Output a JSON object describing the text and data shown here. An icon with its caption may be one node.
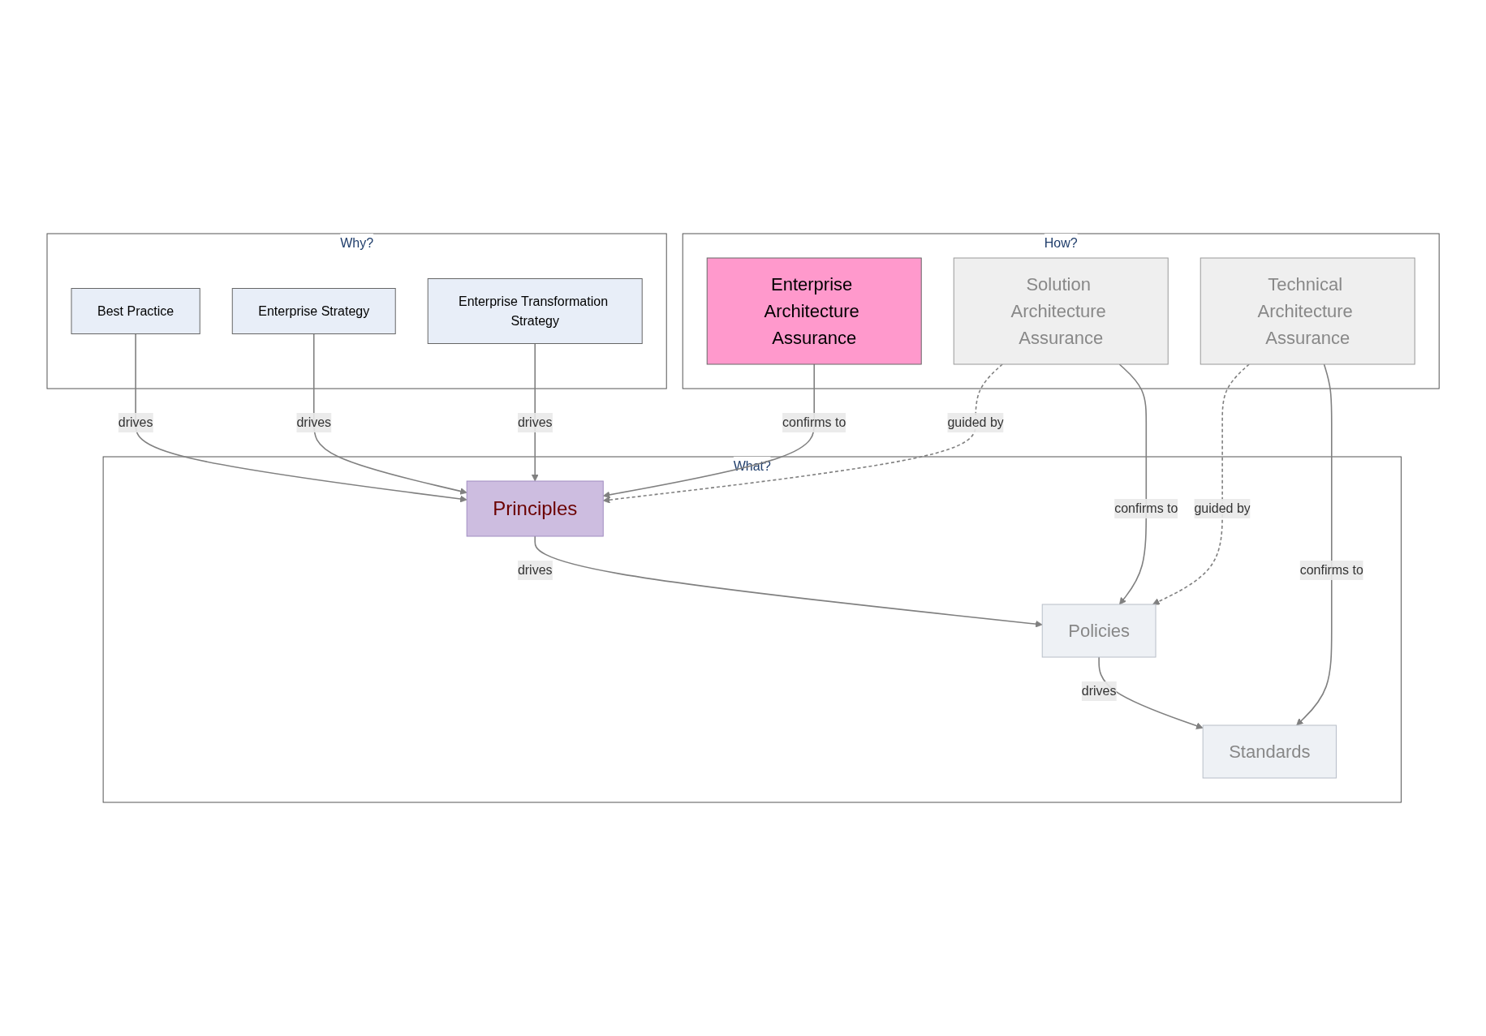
{
  "diagram": {
    "nodes": [
      {
        "text": [
          "Why?"
        ]
      },
      {
        "text": [
          "Best Practice"
        ],
        "in": 0
      },
      {
        "text": [
          "Enterprise Strategy"
        ],
        "in": 0
      },
      {
        "text": [
          "Enterprise Transformation Strategy"
        ],
        "in": 0
      },
      {
        "text": [
          "What?"
        ]
      },
      {
        "text": [
          "Principles"
        ],
        "in": 4
      },
      {
        "text": [
          "Policies"
        ],
        "in": 4
      },
      {
        "text": [
          "Standards"
        ],
        "in": 4
      },
      {
        "text": [
          "How?"
        ]
      },
      {
        "text": [
          "Enterprise Architecture Assurance"
        ],
        "in": 8
      },
      {
        "text": [
          "Solution Architecture Assurance"
        ],
        "in": 8
      },
      {
        "text": [
          "Technical Architecture Assurance"
        ],
        "in": 8
      }
    ],
    "edges": [
      {
        "from": 1,
        "to": 5,
        "arrow": "to",
        "label": "drives"
      },
      {
        "from": 2,
        "to": 5,
        "arrow": "to",
        "label": "drives"
      },
      {
        "from": 3,
        "to": 5,
        "arrow": "to",
        "label": "drives"
      },
      {
        "from": 5,
        "to": 6,
        "arrow": "to",
        "label": "drives"
      },
      {
        "from": 6,
        "to": 7,
        "arrow": "to",
        "label": "drives"
      },
      {
        "from": 9,
        "to": 5,
        "arrow": "to",
        "label": "confirms to"
      },
      {
        "from": 10,
        "to": 5,
        "arrow": "to",
        "label": "guided by",
        "style": "dashed"
      },
      {
        "from": 10,
        "to": 6,
        "arrow": "to",
        "label": "confirms to"
      },
      {
        "from": 11,
        "to": 6,
        "arrow": "to",
        "label": "guided by",
        "style": "dashed"
      },
      {
        "from": 11,
        "to": 7,
        "arrow": "to",
        "label": "confirms to"
      }
    ]
  }
}
